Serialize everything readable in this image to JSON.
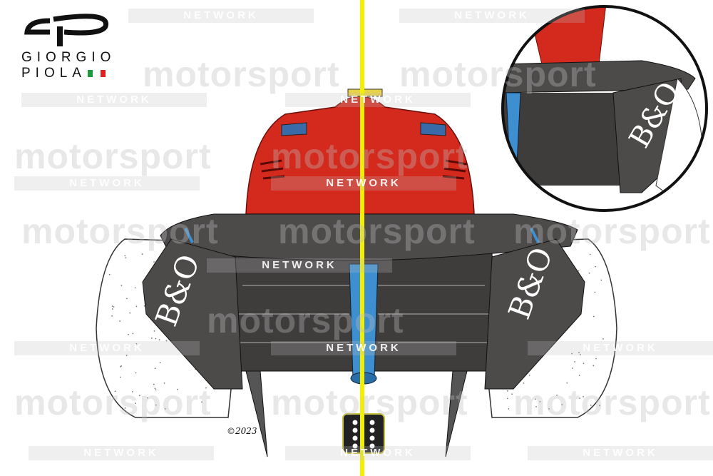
{
  "watermark": {
    "word": "motorsport",
    "network": "NETWORK"
  },
  "logo": {
    "line1": "GIORGIO",
    "line2": "PIOLA",
    "flag_colors": [
      "#1a9a3a",
      "#ffffff",
      "#e02020"
    ]
  },
  "sponsor": {
    "left_endplate": "B&O",
    "right_endplate": "B&O",
    "inset_endplate": "B&O"
  },
  "signature": "©2023",
  "colors": {
    "divider": "#f2ef00",
    "body_red": "#d42a1e",
    "wing_gray": "#4d4a4a",
    "pylon_blue": "#3d8fd0"
  }
}
